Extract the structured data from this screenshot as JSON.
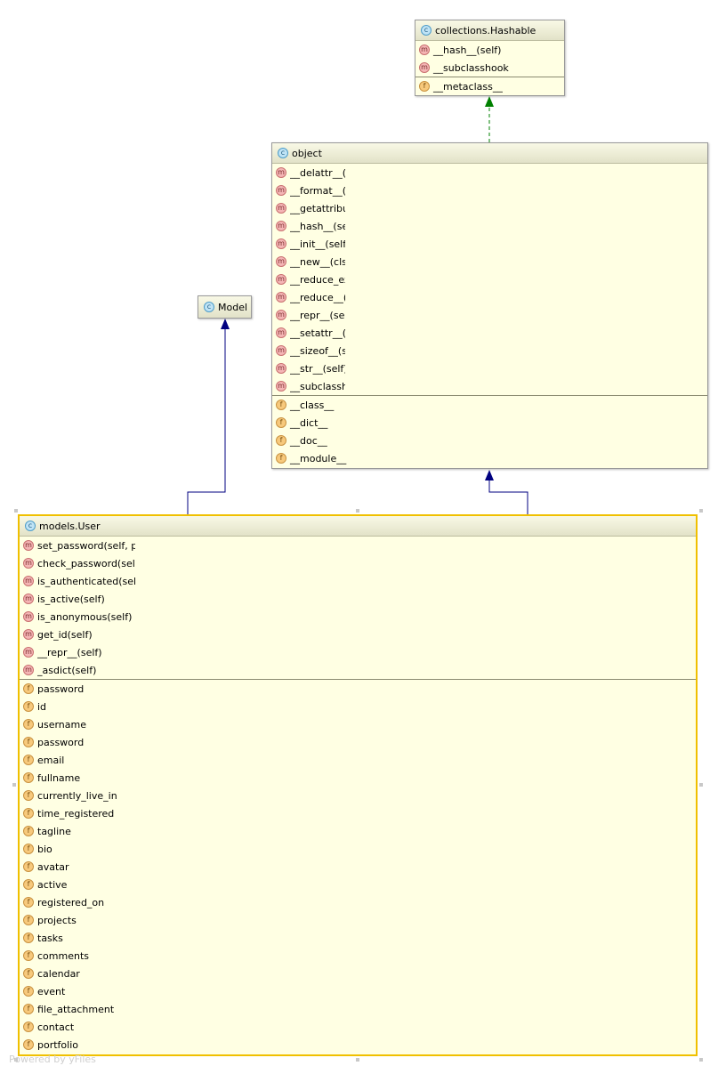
{
  "classes": {
    "hashable": {
      "name": "collections.Hashable",
      "methods": [
        "__hash__(self)",
        "__subclasshook"
      ],
      "fields": [
        "__metaclass__"
      ]
    },
    "object": {
      "name": "object",
      "methods": [
        "__delattr__(s",
        "__format__(s",
        "__getattribut",
        "__hash__(se",
        "__init__(self)",
        "__new__(cls,",
        "__reduce_ex",
        "__reduce__(",
        "__repr__(sel",
        "__setattr__(",
        "__sizeof__(s",
        "__str__(self)",
        "__subclassho"
      ],
      "fields": [
        "__class__",
        "__dict__",
        "__doc__",
        "__module__"
      ]
    },
    "model": {
      "name": "Model"
    },
    "user": {
      "name": "models.User",
      "methods": [
        "set_password(self, pas",
        "check_password(self, p",
        "is_authenticated(self)",
        "is_active(self)",
        "is_anonymous(self)",
        "get_id(self)",
        "__repr__(self)",
        "_asdict(self)"
      ],
      "fields": [
        "password",
        "id",
        "username",
        "password",
        "email",
        "fullname",
        "currently_live_in",
        "time_registered",
        "tagline",
        "bio",
        "avatar",
        "active",
        "registered_on",
        "projects",
        "tasks",
        "comments",
        "calendar",
        "event",
        "file_attachment",
        "contact",
        "portfolio"
      ]
    }
  },
  "badges": {
    "class": "c",
    "method": "m",
    "field": "f"
  },
  "colors": {
    "class_fill": "#ffffe3",
    "realization_edge": "#008000",
    "inheritance_edge": "#000080",
    "selection": "#f0c000"
  },
  "watermark": "Powered by yFiles"
}
